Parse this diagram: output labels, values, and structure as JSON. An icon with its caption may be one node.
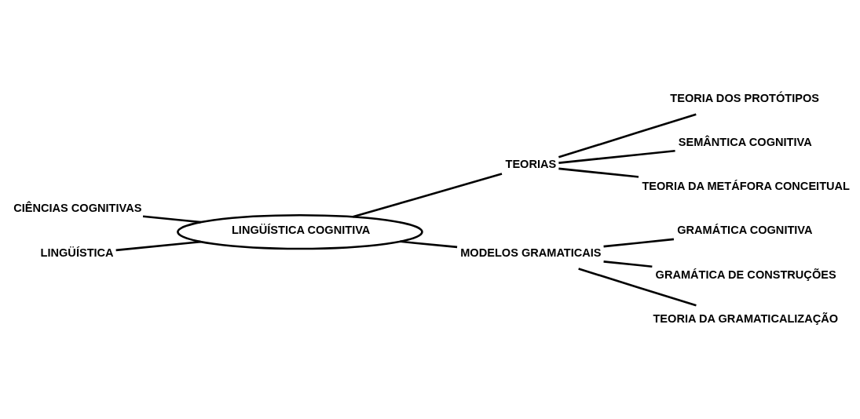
{
  "diagram": {
    "nodes": [
      {
        "text": [
          "CIÊNCIAS COGNITIVAS"
        ]
      },
      {
        "text": [
          "LINGÜÍSTICA"
        ]
      },
      {
        "text": [
          "LINGÜÍSTICA COGNITIVA"
        ]
      },
      {
        "text": [
          "TEORIAS"
        ]
      },
      {
        "text": [
          "TEORIA DOS PROTÓTIPOS"
        ]
      },
      {
        "text": [
          "SEMÂNTICA COGNITIVA"
        ]
      },
      {
        "text": [
          "TEORIA DA METÁFORA CONCEITUAL"
        ]
      },
      {
        "text": [
          "MODELOS GRAMATICAIS"
        ]
      },
      {
        "text": [
          "GRAMÁTICA COGNITIVA"
        ]
      },
      {
        "text": [
          "GRAMÁTICA DE CONSTRUÇÕES"
        ]
      },
      {
        "text": [
          "TEORIA DA GRAMATICALIZAÇÃO"
        ]
      }
    ],
    "edges": [
      {
        "from": 0,
        "to": 2,
        "arrow": "none"
      },
      {
        "from": 1,
        "to": 2,
        "arrow": "none"
      },
      {
        "from": 2,
        "to": 3,
        "arrow": "none"
      },
      {
        "from": 2,
        "to": 7,
        "arrow": "none"
      },
      {
        "from": 3,
        "to": 4,
        "arrow": "none"
      },
      {
        "from": 3,
        "to": 5,
        "arrow": "none"
      },
      {
        "from": 3,
        "to": 6,
        "arrow": "none"
      },
      {
        "from": 7,
        "to": 8,
        "arrow": "none"
      },
      {
        "from": 7,
        "to": 9,
        "arrow": "none"
      },
      {
        "from": 7,
        "to": 10,
        "arrow": "none"
      }
    ]
  }
}
